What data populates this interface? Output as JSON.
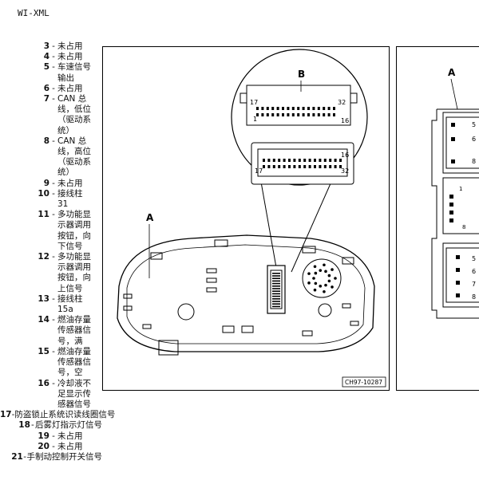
{
  "header": {
    "title": "WI-XML"
  },
  "pins": [
    {
      "num": "3",
      "text": "未占用"
    },
    {
      "num": "4",
      "text": "未占用"
    },
    {
      "num": "5",
      "text": "车速信号\n输出"
    },
    {
      "num": "6",
      "text": "未占用"
    },
    {
      "num": "7",
      "text": "CAN 总\n线，低位\n（驱动系\n统）"
    },
    {
      "num": "8",
      "text": "CAN 总\n线，高位\n（驱动系\n统）"
    },
    {
      "num": "9",
      "text": "未占用"
    },
    {
      "num": "10",
      "text": "接线柱\n31"
    },
    {
      "num": "11",
      "text": "多功能显\n示器调用\n按钮，向\n下信号"
    },
    {
      "num": "12",
      "text": "多功能显\n示器调用\n按钮，向\n上信号"
    },
    {
      "num": "13",
      "text": "接线柱\n15a"
    },
    {
      "num": "14",
      "text": "燃油存量\n传感器信\n号，满"
    },
    {
      "num": "15",
      "text": "燃油存量\n传感器信\n号，空"
    },
    {
      "num": "16",
      "text": "冷却液不\n足显示传\n感器信号"
    },
    {
      "num": "17",
      "text": "防盗锁止系统识读线圈信号"
    },
    {
      "num": "18",
      "text": "后雾灯指示灯信号"
    },
    {
      "num": "19",
      "text": "未占用"
    },
    {
      "num": "20",
      "text": "未占用"
    },
    {
      "num": "21",
      "text": "手制动控制开关信号"
    }
  ],
  "figure": {
    "label_a": "A",
    "label_b": "B",
    "pin_17": "17",
    "pin_32": "32",
    "pin_1": "1",
    "pin_16": "16",
    "ref_code": "CH97-10287"
  },
  "figure2": {
    "label_a": "A",
    "pin_5a": "5",
    "pin_6": "6",
    "pin_8a": "8",
    "pin_1": "1",
    "pin_8b": "8",
    "pin_5b": "5",
    "pin_6b": "6",
    "pin_7": "7",
    "pin_8c": "8"
  }
}
